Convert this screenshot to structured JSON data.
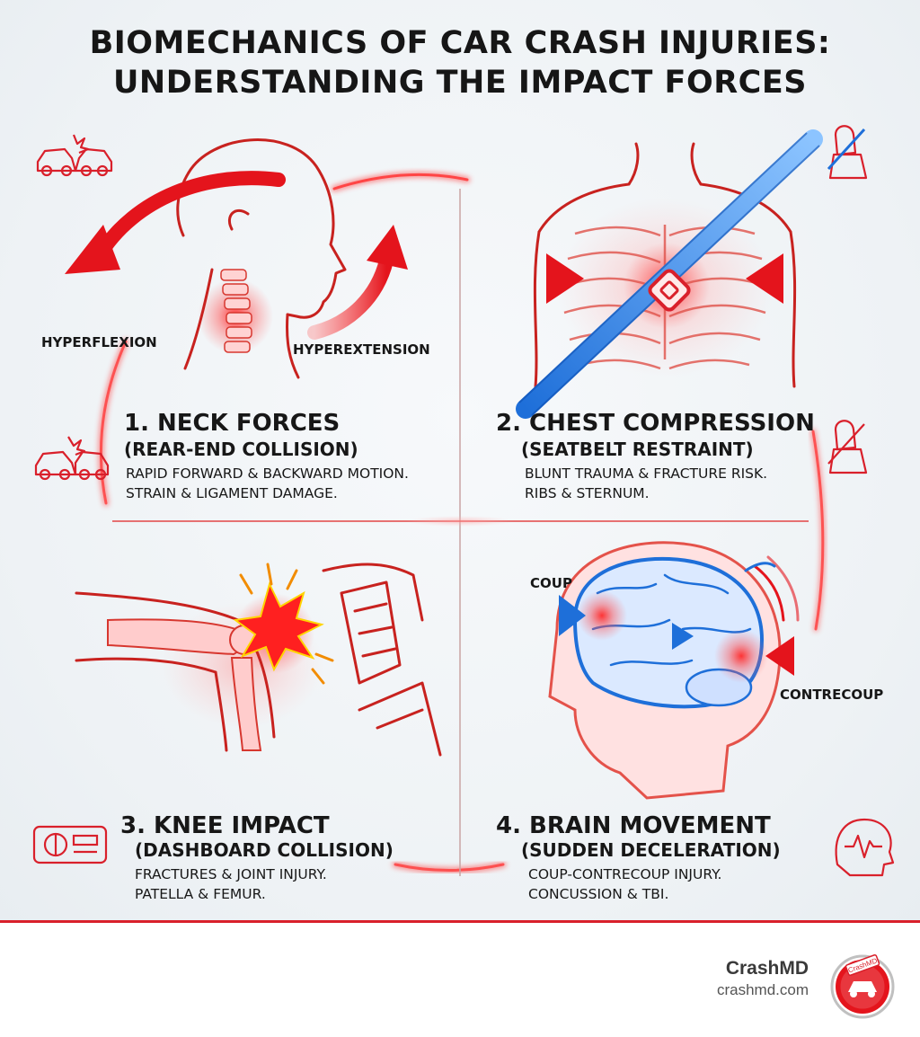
{
  "title": {
    "line1": "BIOMECHANICS OF CAR CRASH INJURIES:",
    "line2": "UNDERSTANDING THE IMPACT FORCES"
  },
  "labels": {
    "hyperflexion": "HYPERFLEXION",
    "hyperextension": "HYPEREXTENSION",
    "coup": "COUP",
    "contrecoup": "CONTRECOUP"
  },
  "quadrants": [
    {
      "heading": "1. NECK FORCES",
      "subheading": "(REAR-END COLLISION)",
      "line1": "RAPID FORWARD & BACKWARD MOTION.",
      "line2": "STRAIN & LIGAMENT DAMAGE."
    },
    {
      "heading": "2. CHEST COMPRESSION",
      "subheading": "(SEATBELT RESTRAINT)",
      "line1": "BLUNT TRAUMA & FRACTURE RISK.",
      "line2": "RIBS & STERNUM."
    },
    {
      "heading": "3. KNEE IMPACT",
      "subheading": "(DASHBOARD COLLISION)",
      "line1": "FRACTURES & JOINT INJURY.",
      "line2": "PATELLA & FEMUR."
    },
    {
      "heading": "4. BRAIN MOVEMENT",
      "subheading": "(SUDDEN DECELERATION)",
      "line1": "COUP-CONTRECOUP INJURY.",
      "line2": "CONCUSSION & TBI."
    }
  ],
  "brand": {
    "name": "CrashMD",
    "url": "crashmd.com",
    "logo_text": "CrashMD"
  },
  "icons": [
    "car-collision-icon",
    "seatbelt-icon",
    "dashboard-icon",
    "brain-wave-icon",
    "crashmd-logo"
  ],
  "colors": {
    "accent_red": "#d9202b",
    "blue": "#1e6fd9",
    "text": "#171717",
    "background": "#eef2f5"
  }
}
